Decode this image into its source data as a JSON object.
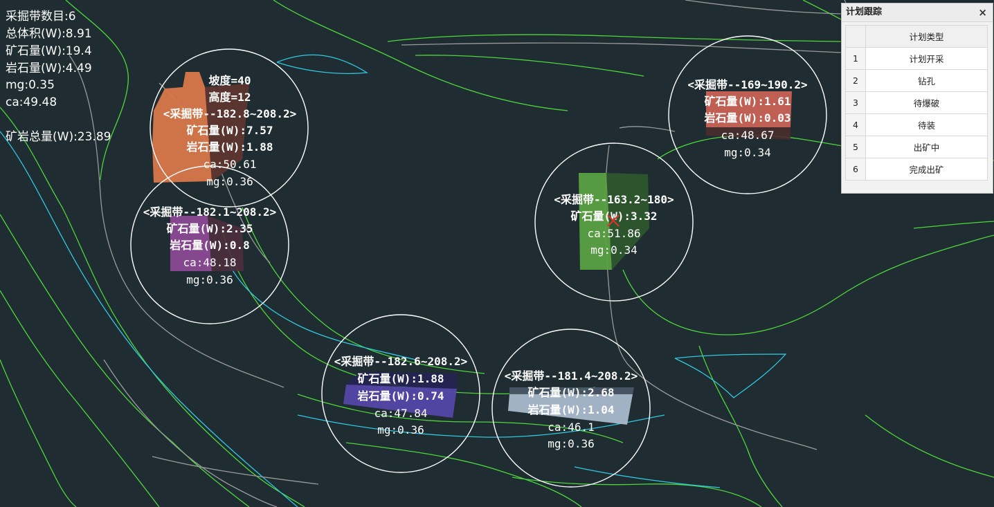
{
  "summary": {
    "zone_count": "采掘带数目:6",
    "total_volume": "总体积(W):8.91",
    "ore": "矿石量(W):19.4",
    "rock": "岩石量(W):4.49",
    "mg": "mg:0.35",
    "ca": "ca:49.48",
    "total": "矿岩总量(W):23.89"
  },
  "zones": [
    {
      "title": "<采掘带--182.8~208.2>",
      "pre": [
        "坡度=40",
        "高度=12"
      ],
      "ore": "矿石量(W):7.57",
      "rock": "岩石量(W):1.88",
      "ca": "ca:50.61",
      "mg": "mg:0.36",
      "color": "#d9774a"
    },
    {
      "title": "<采掘带--182.1~208.2>",
      "ore": "矿石量(W):2.35",
      "rock": "岩石量(W):0.8",
      "ca": "ca:48.18",
      "mg": "mg:0.36",
      "color": "#8b4a93"
    },
    {
      "title": "<采掘带--182.6~208.2>",
      "ore": "矿石量(W):1.88",
      "rock": "岩石量(W):0.74",
      "ca": "ca:47.84",
      "mg": "mg:0.36",
      "color": "#5546a8"
    },
    {
      "title": "<采掘带--181.4~208.2>",
      "ore": "矿石量(W):2.68",
      "rock": "岩石量(W):1.04",
      "ca": "ca:46.1",
      "mg": "mg:0.36",
      "color": "#a9b9cc"
    },
    {
      "title": "<采掘带--163.2~180>",
      "ore": "矿石量(W):3.32",
      "ca": "ca:51.86",
      "mg": "mg:0.34",
      "color": "#5aa043"
    },
    {
      "title": "<采掘带--169~190.2>",
      "ore": "矿石量(W):1.61",
      "rock": "岩石量(W):0.03",
      "ca": "ca:48.67",
      "mg": "mg:0.34",
      "color": "#c96255"
    }
  ],
  "panel": {
    "title": "计划跟踪",
    "close": "×",
    "column_header": "计划类型",
    "rows": [
      {
        "index": "1",
        "label": "计划开采"
      },
      {
        "index": "2",
        "label": "钻孔"
      },
      {
        "index": "3",
        "label": "待爆破"
      },
      {
        "index": "4",
        "label": "待装"
      },
      {
        "index": "5",
        "label": "出矿中"
      },
      {
        "index": "6",
        "label": "完成出矿"
      }
    ]
  },
  "colors": {
    "background": "#1f2d32",
    "contour_green": "#4fd63a",
    "contour_cyan": "#31c7e0",
    "contour_gray": "#9a9a9a",
    "circle": "#ffffff",
    "marker": "#e0312b"
  }
}
